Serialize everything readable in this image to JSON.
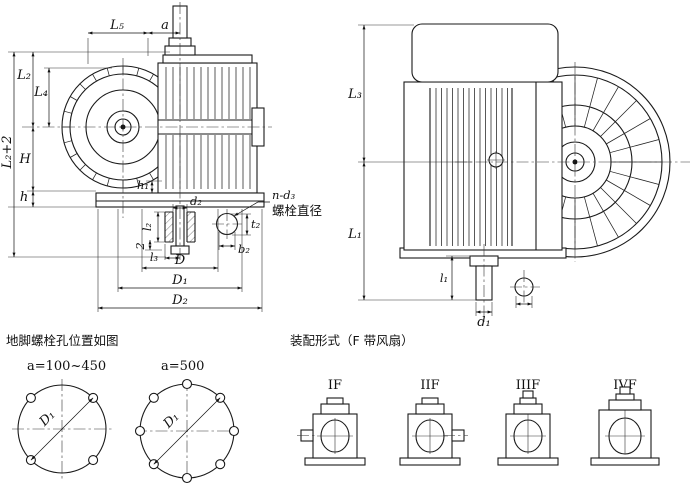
{
  "colors": {
    "line": "#1a1a1a",
    "background": "#ffffff"
  },
  "left_view": {
    "dims": {
      "L5": "L₅",
      "a": "a",
      "L2p2": "L₂+2",
      "L2": "L₂",
      "L4": "L₄",
      "H": "H",
      "h": "h",
      "h1": "h₁",
      "two": "2",
      "l2": "l₂",
      "l3": "l₃",
      "d2": "d₂",
      "b2": "b₂",
      "t2": "t₂",
      "D": "D",
      "D1": "D₁",
      "D2": "D₂",
      "note1": "n-d₃",
      "note2": "螺栓直径"
    }
  },
  "right_view": {
    "dims": {
      "L3": "L₃",
      "L1": "L₁",
      "l1": "l₁",
      "d1": "d₁"
    }
  },
  "footer": {
    "anchor_caption": "地脚螺栓孔位置如图",
    "assembly_caption": "装配形式（F 带风扇）",
    "circle_small": {
      "label": "a=100~450",
      "dim": "D₁"
    },
    "circle_large": {
      "label": "a=500",
      "dim": "D₁"
    },
    "assembly_forms": [
      {
        "label": "IF"
      },
      {
        "label": "IIF"
      },
      {
        "label": "IIIF"
      },
      {
        "label": "IVF"
      }
    ]
  }
}
